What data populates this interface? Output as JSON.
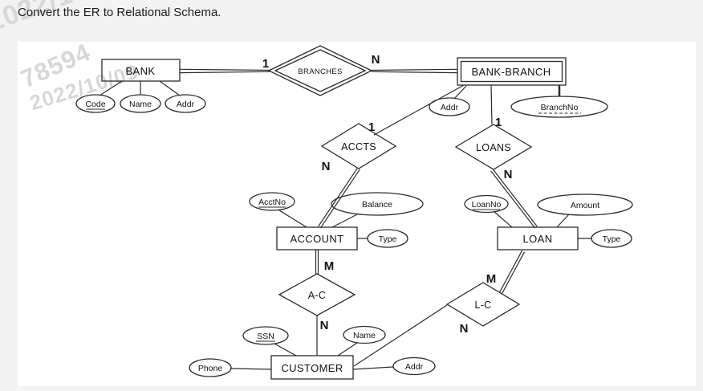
{
  "page": {
    "title": "Convert the ER to Relational Schema."
  },
  "watermarks": {
    "top": "2022/10/09",
    "id": "78594",
    "date": "2022/10/09"
  },
  "diagram": {
    "entities": {
      "bank": "BANK",
      "bank_branch": "BANK-BRANCH",
      "account": "ACCOUNT",
      "loan": "LOAN",
      "customer": "CUSTOMER"
    },
    "relationships": {
      "branches": "BRANCHES",
      "accts": "ACCTS",
      "loans": "LOANS",
      "a_c": "A-C",
      "l_c": "L-C"
    },
    "attributes": {
      "bank_code": "Code",
      "bank_name": "Name",
      "bank_addr": "Addr",
      "branch_addr": "Addr",
      "branch_no": "BranchNo",
      "acct_no": "AcctNo",
      "balance": "Balance",
      "account_type": "Type",
      "loan_no": "LoanNo",
      "amount": "Amount",
      "loan_type": "Type",
      "ssn": "SSN",
      "customer_name": "Name",
      "phone": "Phone",
      "customer_addr": "Addr"
    },
    "cardinalities": {
      "bank_branches": "1",
      "branches_bankbranch": "N",
      "bankbranch_accts": "1",
      "accts_account": "N",
      "bankbranch_loans": "1",
      "loans_loan": "N",
      "account_ac": "M",
      "ac_customer": "N",
      "loan_lc": "M",
      "lc_customer": "N"
    }
  }
}
